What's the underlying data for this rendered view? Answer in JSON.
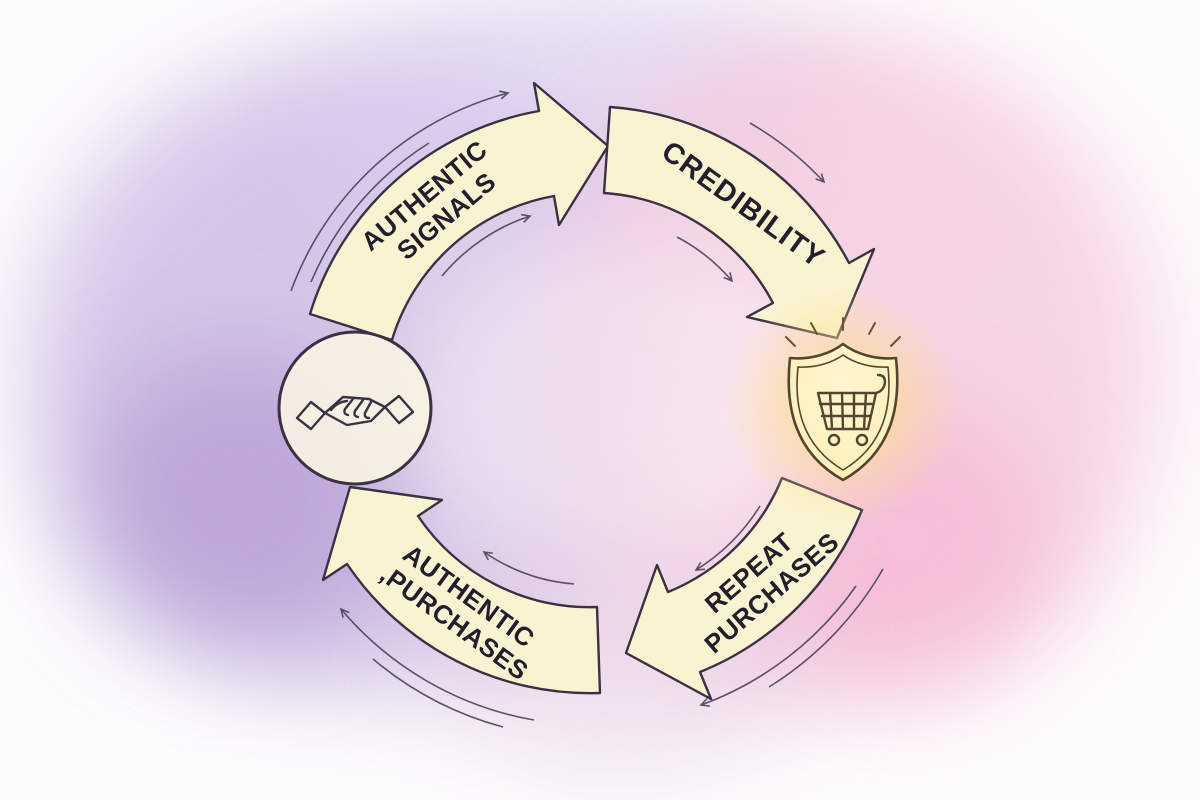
{
  "diagram": {
    "type": "cycle",
    "arrows": [
      {
        "id": "authentic-signals",
        "line1": "AUTHENTIC",
        "line2": "SIGNALS"
      },
      {
        "id": "credibility",
        "line1": "CREDIBILITY"
      },
      {
        "id": "repeat-purchases",
        "line1": "REPEAT",
        "line2": "PURCHASES"
      },
      {
        "id": "authentic-purchases",
        "line1": "AUTHENTIC",
        "line2": ",PURCHASES"
      }
    ],
    "icons": [
      {
        "name": "handshake-icon"
      },
      {
        "name": "shield-cart-icon"
      }
    ],
    "colors": {
      "arrow_fill": "#faf3d2",
      "arrow_stroke": "#3a3142",
      "label_text": "#241e2c",
      "glow": "#ffd977",
      "background_left": "#c3aedd",
      "background_right": "#f3c3d8"
    }
  }
}
